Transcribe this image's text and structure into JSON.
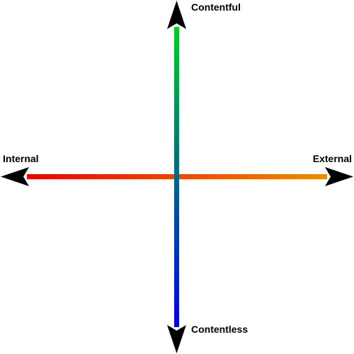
{
  "diagram": {
    "labels": {
      "top": "Contentful",
      "bottom": "Contentless",
      "left": "Internal",
      "right": "External"
    },
    "colors": {
      "vertical_top": "#00cc22",
      "vertical_bottom": "#0000ee",
      "horizontal_left": "#ee0000",
      "horizontal_right": "#f08a00",
      "arrowheads": "#000000",
      "label_text": "#000000"
    }
  }
}
